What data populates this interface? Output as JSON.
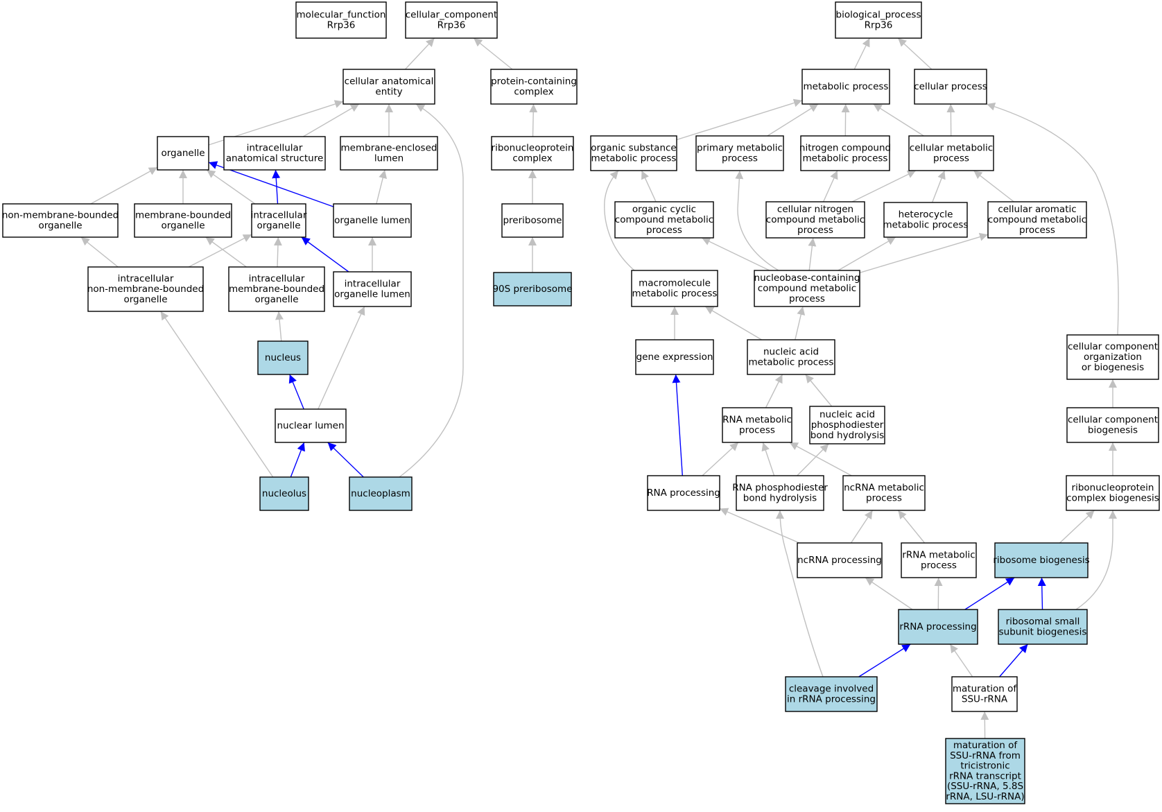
{
  "colors": {
    "plain_fill": "#ffffff",
    "highlight_fill": "#add8e6",
    "gray_edge": "#c0c0c0",
    "blue_edge": "#0000ff"
  },
  "nodes": [
    {
      "id": "mf_root",
      "lines": [
        "molecular_function",
        "Rrp36"
      ],
      "highlighted": false
    },
    {
      "id": "cc_root",
      "lines": [
        "cellular_component",
        "Rrp36"
      ],
      "highlighted": false
    },
    {
      "id": "cell_anat",
      "lines": [
        "cellular anatomical",
        "entity"
      ],
      "highlighted": false
    },
    {
      "id": "prot_complex",
      "lines": [
        "protein-containing",
        "complex"
      ],
      "highlighted": false
    },
    {
      "id": "organelle",
      "lines": [
        "organelle"
      ],
      "highlighted": false
    },
    {
      "id": "intra_anat",
      "lines": [
        "intracellular",
        "anatomical structure"
      ],
      "highlighted": false
    },
    {
      "id": "mem_lumen",
      "lines": [
        "membrane-enclosed",
        "lumen"
      ],
      "highlighted": false
    },
    {
      "id": "rnp_complex",
      "lines": [
        "ribonucleoprotein",
        "complex"
      ],
      "highlighted": false
    },
    {
      "id": "nonmem_org",
      "lines": [
        "non-membrane-bounded",
        "organelle"
      ],
      "highlighted": false
    },
    {
      "id": "mem_org",
      "lines": [
        "membrane-bounded",
        "organelle"
      ],
      "highlighted": false
    },
    {
      "id": "intra_org",
      "lines": [
        "intracellular",
        "organelle"
      ],
      "highlighted": false
    },
    {
      "id": "org_lumen",
      "lines": [
        "organelle lumen"
      ],
      "highlighted": false
    },
    {
      "id": "preribosome",
      "lines": [
        "preribosome"
      ],
      "highlighted": false
    },
    {
      "id": "intra_nonmem",
      "lines": [
        "intracellular",
        "non-membrane-bounded",
        "organelle"
      ],
      "highlighted": false
    },
    {
      "id": "intra_mem",
      "lines": [
        "intracellular",
        "membrane-bounded",
        "organelle"
      ],
      "highlighted": false
    },
    {
      "id": "intra_org_lumen",
      "lines": [
        "intracellular",
        "organelle lumen"
      ],
      "highlighted": false
    },
    {
      "id": "pre90s",
      "lines": [
        "90S preribosome"
      ],
      "highlighted": true
    },
    {
      "id": "nucleus",
      "lines": [
        "nucleus"
      ],
      "highlighted": true
    },
    {
      "id": "nuclear_lumen",
      "lines": [
        "nuclear lumen"
      ],
      "highlighted": false
    },
    {
      "id": "nucleolus",
      "lines": [
        "nucleolus"
      ],
      "highlighted": true
    },
    {
      "id": "nucleoplasm",
      "lines": [
        "nucleoplasm"
      ],
      "highlighted": true
    },
    {
      "id": "bp_root",
      "lines": [
        "biological_process",
        "Rrp36"
      ],
      "highlighted": false
    },
    {
      "id": "metabolic",
      "lines": [
        "metabolic process"
      ],
      "highlighted": false
    },
    {
      "id": "cellular_proc",
      "lines": [
        "cellular process"
      ],
      "highlighted": false
    },
    {
      "id": "org_subst",
      "lines": [
        "organic substance",
        "metabolic process"
      ],
      "highlighted": false
    },
    {
      "id": "primary_met",
      "lines": [
        "primary metabolic",
        "process"
      ],
      "highlighted": false
    },
    {
      "id": "nitrogen_comp",
      "lines": [
        "nitrogen compound",
        "metabolic process"
      ],
      "highlighted": false
    },
    {
      "id": "cell_met",
      "lines": [
        "cellular metabolic",
        "process"
      ],
      "highlighted": false
    },
    {
      "id": "org_cyclic",
      "lines": [
        "organic cyclic",
        "compound metabolic",
        "process"
      ],
      "highlighted": false
    },
    {
      "id": "cell_nitrogen",
      "lines": [
        "cellular nitrogen",
        "compound metabolic",
        "process"
      ],
      "highlighted": false
    },
    {
      "id": "heterocycle",
      "lines": [
        "heterocycle",
        "metabolic process"
      ],
      "highlighted": false
    },
    {
      "id": "cell_aromatic",
      "lines": [
        "cellular aromatic",
        "compound metabolic",
        "process"
      ],
      "highlighted": false
    },
    {
      "id": "macromol",
      "lines": [
        "macromolecule",
        "metabolic process"
      ],
      "highlighted": false
    },
    {
      "id": "nucleobase",
      "lines": [
        "nucleobase-containing",
        "compound metabolic",
        "process"
      ],
      "highlighted": false
    },
    {
      "id": "gene_expr",
      "lines": [
        "gene expression"
      ],
      "highlighted": false
    },
    {
      "id": "nucleic_acid",
      "lines": [
        "nucleic acid",
        "metabolic process"
      ],
      "highlighted": false
    },
    {
      "id": "cc_org_biogen",
      "lines": [
        "cellular component",
        "organization",
        "or biogenesis"
      ],
      "highlighted": false
    },
    {
      "id": "rna_met",
      "lines": [
        "RNA metabolic",
        "process"
      ],
      "highlighted": false
    },
    {
      "id": "na_phospho",
      "lines": [
        "nucleic acid",
        "phosphodiester",
        "bond hydrolysis"
      ],
      "highlighted": false
    },
    {
      "id": "cc_biogen",
      "lines": [
        "cellular component",
        "biogenesis"
      ],
      "highlighted": false
    },
    {
      "id": "rna_proc",
      "lines": [
        "RNA processing"
      ],
      "highlighted": false
    },
    {
      "id": "rna_phospho",
      "lines": [
        "RNA phosphodiester",
        "bond hydrolysis"
      ],
      "highlighted": false
    },
    {
      "id": "ncrna_met",
      "lines": [
        "ncRNA metabolic",
        "process"
      ],
      "highlighted": false
    },
    {
      "id": "rnp_biogen",
      "lines": [
        "ribonucleoprotein",
        "complex biogenesis"
      ],
      "highlighted": false
    },
    {
      "id": "ncrna_proc",
      "lines": [
        "ncRNA processing"
      ],
      "highlighted": false
    },
    {
      "id": "rrna_met",
      "lines": [
        "rRNA metabolic",
        "process"
      ],
      "highlighted": false
    },
    {
      "id": "ribo_biogen",
      "lines": [
        "ribosome biogenesis"
      ],
      "highlighted": true
    },
    {
      "id": "rrna_proc",
      "lines": [
        "rRNA processing"
      ],
      "highlighted": true
    },
    {
      "id": "ribo_small",
      "lines": [
        "ribosomal small",
        "subunit biogenesis"
      ],
      "highlighted": true
    },
    {
      "id": "cleavage",
      "lines": [
        "cleavage involved",
        "in rRNA processing"
      ],
      "highlighted": true
    },
    {
      "id": "mat_ssu",
      "lines": [
        "maturation of",
        "SSU-rRNA"
      ],
      "highlighted": false
    },
    {
      "id": "mat_ssu_tri",
      "lines": [
        "maturation of",
        "SSU-rRNA from",
        "tricistronic",
        "rRNA transcript",
        "(SSU-rRNA, 5.8S",
        "rRNA, LSU-rRNA)"
      ],
      "highlighted": true
    }
  ],
  "edges": [
    {
      "from": "cell_anat",
      "to": "cc_root",
      "kind": "gray"
    },
    {
      "from": "prot_complex",
      "to": "cc_root",
      "kind": "gray"
    },
    {
      "from": "organelle",
      "to": "cell_anat",
      "kind": "gray"
    },
    {
      "from": "intra_anat",
      "to": "cell_anat",
      "kind": "gray"
    },
    {
      "from": "mem_lumen",
      "to": "cell_anat",
      "kind": "gray"
    },
    {
      "from": "nucleoplasm",
      "to": "cell_anat",
      "kind": "gray"
    },
    {
      "from": "rnp_complex",
      "to": "prot_complex",
      "kind": "gray"
    },
    {
      "from": "nonmem_org",
      "to": "organelle",
      "kind": "gray"
    },
    {
      "from": "mem_org",
      "to": "organelle",
      "kind": "gray"
    },
    {
      "from": "intra_org",
      "to": "organelle",
      "kind": "gray"
    },
    {
      "from": "org_lumen",
      "to": "organelle",
      "kind": "blue"
    },
    {
      "from": "intra_org",
      "to": "intra_anat",
      "kind": "blue"
    },
    {
      "from": "org_lumen",
      "to": "mem_lumen",
      "kind": "gray"
    },
    {
      "from": "preribosome",
      "to": "rnp_complex",
      "kind": "gray"
    },
    {
      "from": "intra_nonmem",
      "to": "nonmem_org",
      "kind": "gray"
    },
    {
      "from": "intra_nonmem",
      "to": "intra_org",
      "kind": "gray"
    },
    {
      "from": "intra_mem",
      "to": "mem_org",
      "kind": "gray"
    },
    {
      "from": "intra_mem",
      "to": "intra_org",
      "kind": "gray"
    },
    {
      "from": "intra_org_lumen",
      "to": "intra_org",
      "kind": "blue"
    },
    {
      "from": "intra_org_lumen",
      "to": "org_lumen",
      "kind": "gray"
    },
    {
      "from": "pre90s",
      "to": "preribosome",
      "kind": "gray"
    },
    {
      "from": "nucleus",
      "to": "intra_mem",
      "kind": "gray"
    },
    {
      "from": "nuclear_lumen",
      "to": "nucleus",
      "kind": "blue"
    },
    {
      "from": "nuclear_lumen",
      "to": "intra_org_lumen",
      "kind": "gray"
    },
    {
      "from": "nucleolus",
      "to": "nuclear_lumen",
      "kind": "blue"
    },
    {
      "from": "nucleoplasm",
      "to": "nuclear_lumen",
      "kind": "blue"
    },
    {
      "from": "nucleolus",
      "to": "intra_nonmem",
      "kind": "gray"
    },
    {
      "from": "metabolic",
      "to": "bp_root",
      "kind": "gray"
    },
    {
      "from": "cellular_proc",
      "to": "bp_root",
      "kind": "gray"
    },
    {
      "from": "org_subst",
      "to": "metabolic",
      "kind": "gray"
    },
    {
      "from": "primary_met",
      "to": "metabolic",
      "kind": "gray"
    },
    {
      "from": "nitrogen_comp",
      "to": "metabolic",
      "kind": "gray"
    },
    {
      "from": "cell_met",
      "to": "metabolic",
      "kind": "gray"
    },
    {
      "from": "cell_met",
      "to": "cellular_proc",
      "kind": "gray"
    },
    {
      "from": "cc_org_biogen",
      "to": "cellular_proc",
      "kind": "gray"
    },
    {
      "from": "org_cyclic",
      "to": "org_subst",
      "kind": "gray"
    },
    {
      "from": "macromol",
      "to": "org_subst",
      "kind": "gray"
    },
    {
      "from": "cell_nitrogen",
      "to": "nitrogen_comp",
      "kind": "gray"
    },
    {
      "from": "cell_nitrogen",
      "to": "cell_met",
      "kind": "gray"
    },
    {
      "from": "heterocycle",
      "to": "cell_met",
      "kind": "gray"
    },
    {
      "from": "cell_aromatic",
      "to": "cell_met",
      "kind": "gray"
    },
    {
      "from": "nucleobase",
      "to": "primary_met",
      "kind": "gray"
    },
    {
      "from": "nucleobase",
      "to": "org_cyclic",
      "kind": "gray"
    },
    {
      "from": "nucleobase",
      "to": "cell_nitrogen",
      "kind": "gray"
    },
    {
      "from": "nucleobase",
      "to": "heterocycle",
      "kind": "gray"
    },
    {
      "from": "nucleobase",
      "to": "cell_aromatic",
      "kind": "gray"
    },
    {
      "from": "gene_expr",
      "to": "macromol",
      "kind": "gray"
    },
    {
      "from": "nucleic_acid",
      "to": "macromol",
      "kind": "gray"
    },
    {
      "from": "nucleic_acid",
      "to": "nucleobase",
      "kind": "gray"
    },
    {
      "from": "rna_met",
      "to": "nucleic_acid",
      "kind": "gray"
    },
    {
      "from": "na_phospho",
      "to": "nucleic_acid",
      "kind": "gray"
    },
    {
      "from": "rna_proc",
      "to": "gene_expr",
      "kind": "blue"
    },
    {
      "from": "rna_proc",
      "to": "rna_met",
      "kind": "gray"
    },
    {
      "from": "rna_phospho",
      "to": "rna_met",
      "kind": "gray"
    },
    {
      "from": "rna_phospho",
      "to": "na_phospho",
      "kind": "gray"
    },
    {
      "from": "ncrna_met",
      "to": "rna_met",
      "kind": "gray"
    },
    {
      "from": "cc_biogen",
      "to": "cc_org_biogen",
      "kind": "gray"
    },
    {
      "from": "rnp_biogen",
      "to": "cc_biogen",
      "kind": "gray"
    },
    {
      "from": "ncrna_proc",
      "to": "rna_proc",
      "kind": "gray"
    },
    {
      "from": "ncrna_proc",
      "to": "ncrna_met",
      "kind": "gray"
    },
    {
      "from": "rrna_met",
      "to": "ncrna_met",
      "kind": "gray"
    },
    {
      "from": "ribo_biogen",
      "to": "rnp_biogen",
      "kind": "gray"
    },
    {
      "from": "ribo_small",
      "to": "rnp_biogen",
      "kind": "gray"
    },
    {
      "from": "rrna_proc",
      "to": "ncrna_proc",
      "kind": "gray"
    },
    {
      "from": "rrna_proc",
      "to": "rrna_met",
      "kind": "gray"
    },
    {
      "from": "rrna_proc",
      "to": "ribo_biogen",
      "kind": "blue"
    },
    {
      "from": "ribo_small",
      "to": "ribo_biogen",
      "kind": "blue"
    },
    {
      "from": "cleavage",
      "to": "rna_phospho",
      "kind": "gray"
    },
    {
      "from": "cleavage",
      "to": "rrna_proc",
      "kind": "blue"
    },
    {
      "from": "mat_ssu",
      "to": "rrna_proc",
      "kind": "gray"
    },
    {
      "from": "mat_ssu",
      "to": "ribo_small",
      "kind": "blue"
    },
    {
      "from": "mat_ssu_tri",
      "to": "mat_ssu",
      "kind": "gray"
    }
  ]
}
